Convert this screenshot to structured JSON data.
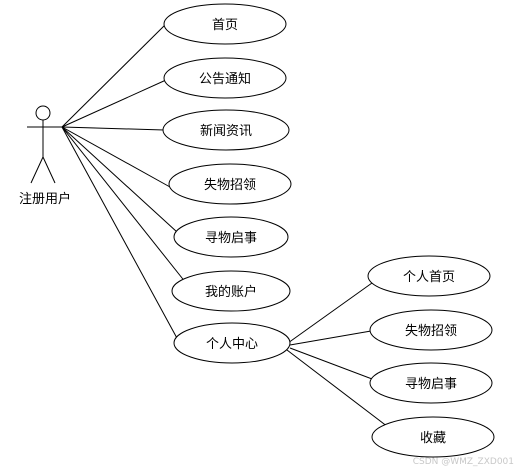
{
  "actor": {
    "label": "注册用户"
  },
  "use_cases": [
    {
      "id": "home",
      "label": "首页"
    },
    {
      "id": "notice",
      "label": "公告通知"
    },
    {
      "id": "news",
      "label": "新闻资讯"
    },
    {
      "id": "lost_claim",
      "label": "失物招领"
    },
    {
      "id": "lost_notice",
      "label": "寻物启事"
    },
    {
      "id": "my_account",
      "label": "我的账户"
    },
    {
      "id": "personal_center",
      "label": "个人中心"
    }
  ],
  "sub_use_cases": [
    {
      "id": "p_home",
      "label": "个人首页"
    },
    {
      "id": "p_lost_claim",
      "label": "失物招领"
    },
    {
      "id": "p_lost_notice",
      "label": "寻物启事"
    },
    {
      "id": "p_favorites",
      "label": "收藏"
    }
  ],
  "watermark": "CSDN @WMZ_ZXD001"
}
